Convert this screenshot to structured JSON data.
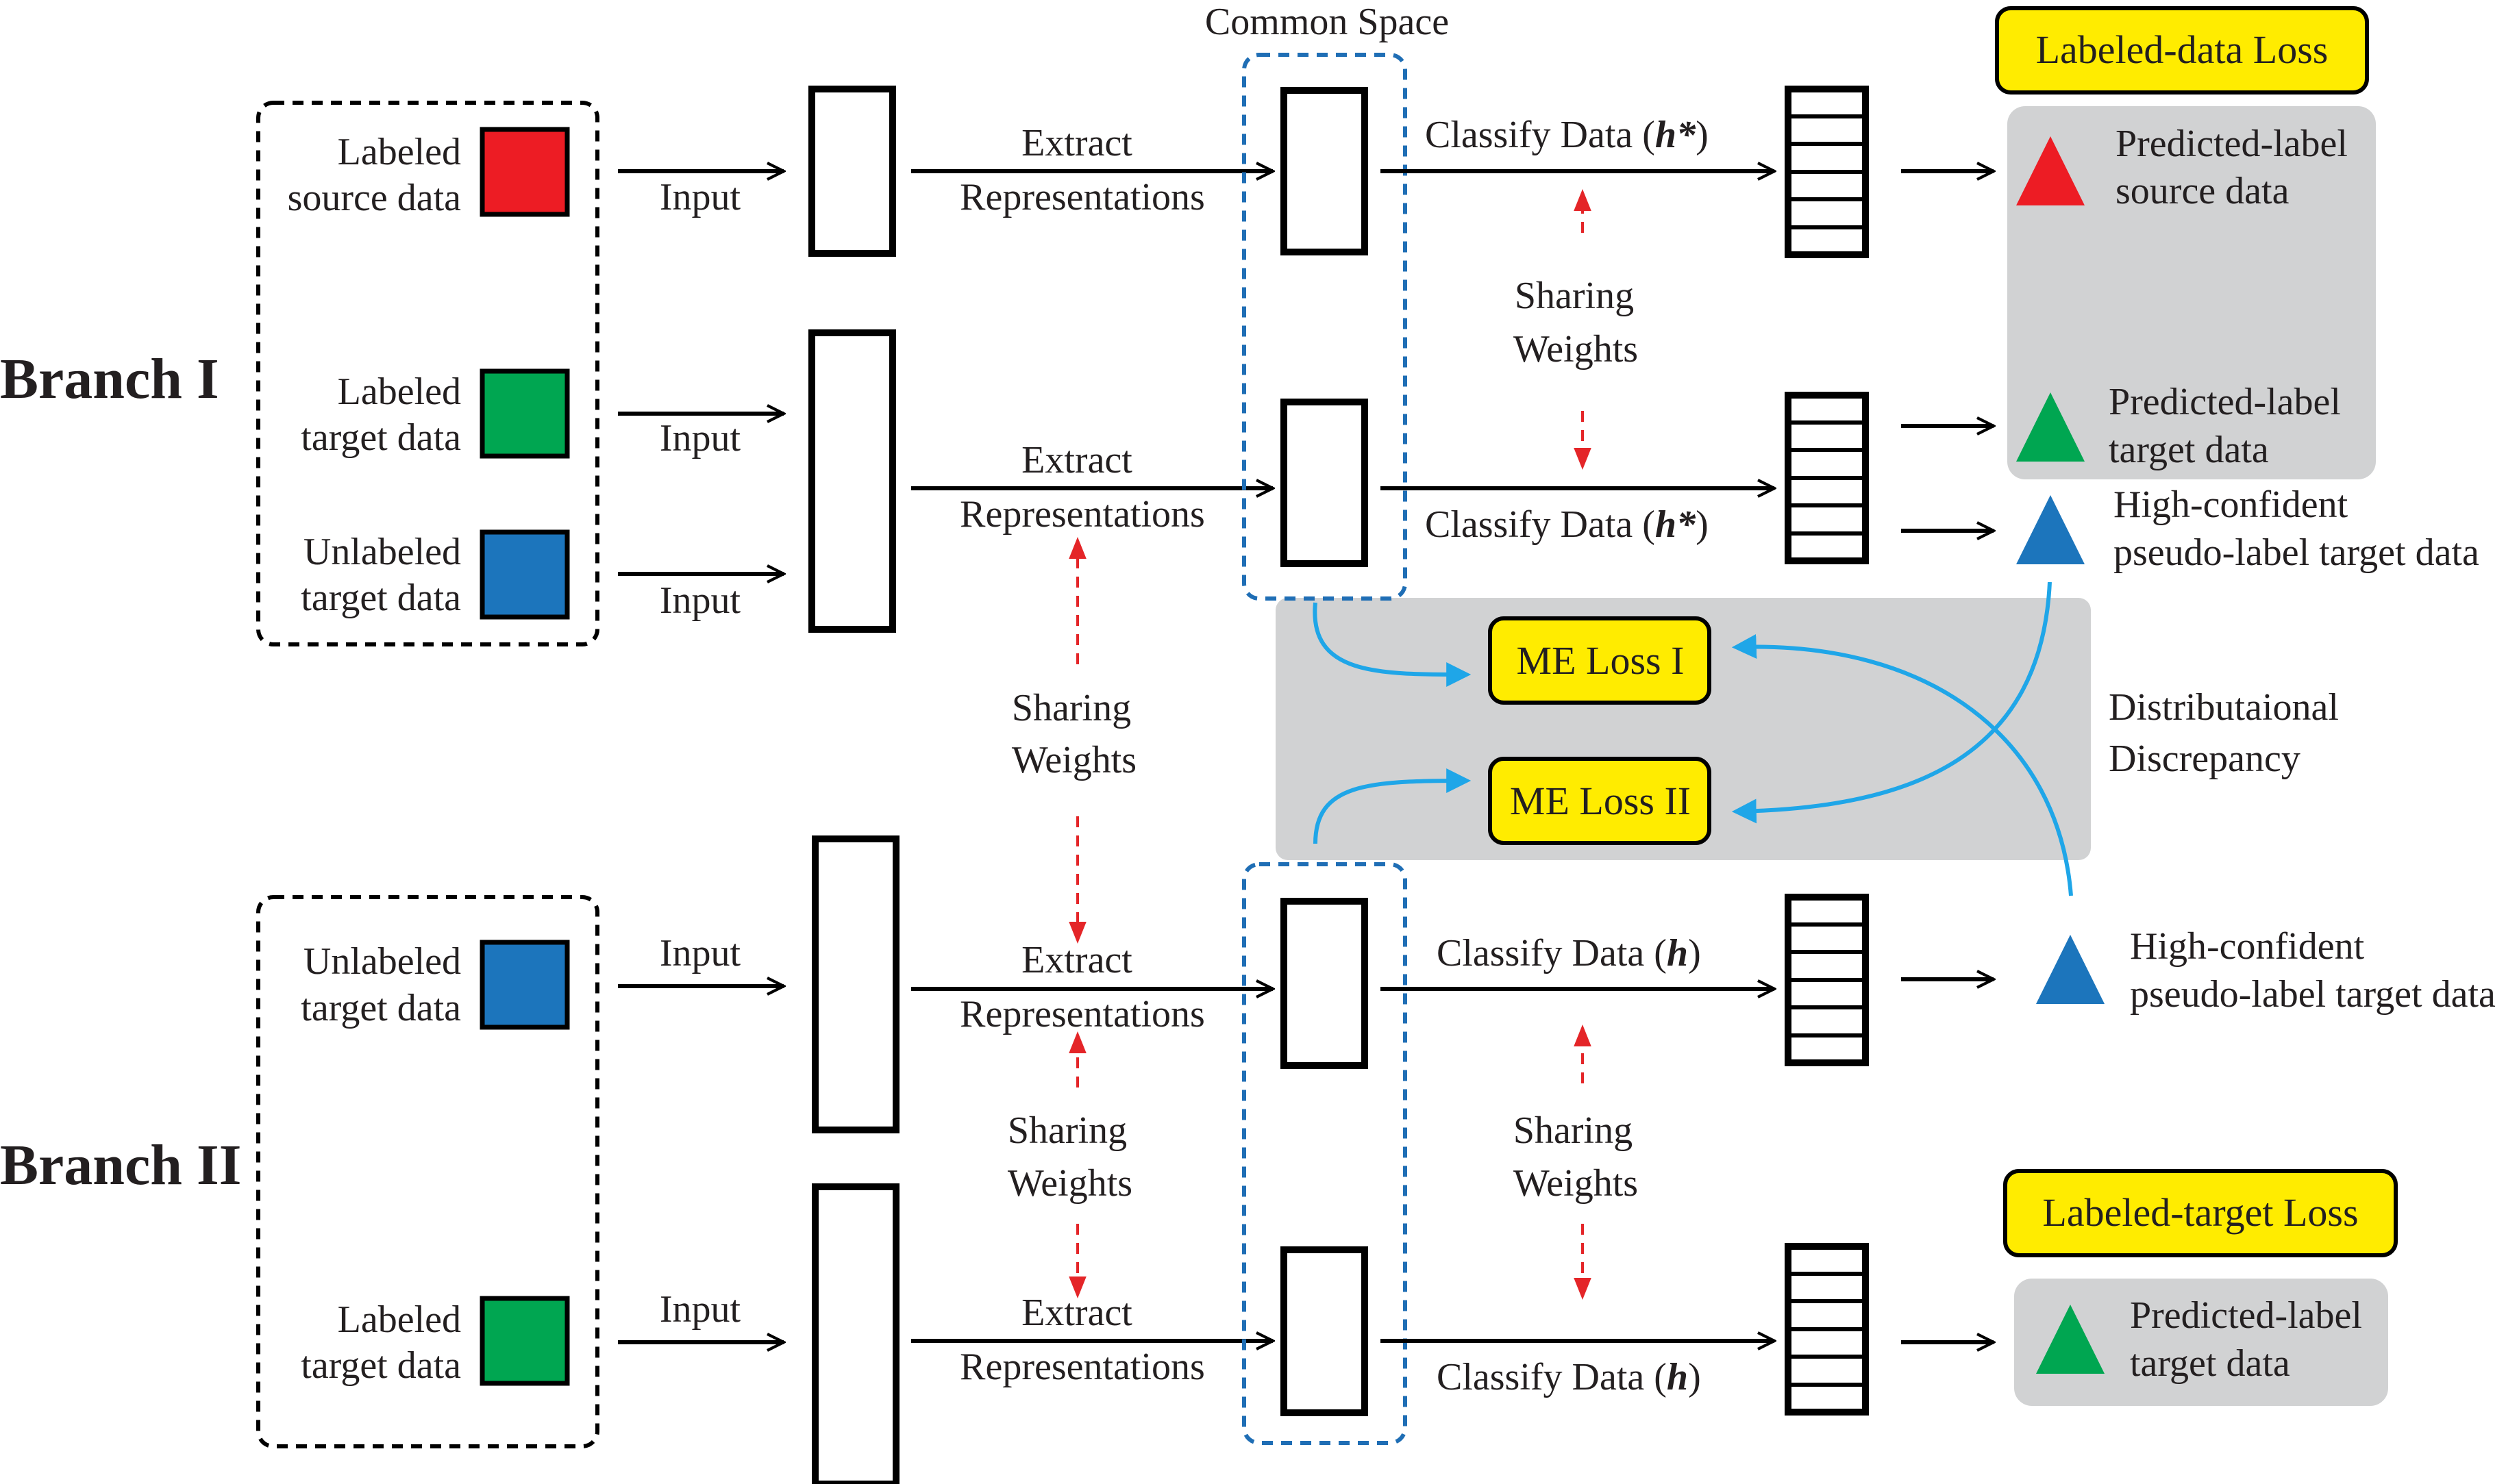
{
  "common_space": "Common Space",
  "branches": {
    "branch1": "Branch I",
    "branch2": "Branch II"
  },
  "inputs": {
    "b1_labeled_source": [
      "Labeled",
      "source data"
    ],
    "b1_labeled_target": [
      "Labeled",
      "target data"
    ],
    "b1_unlabeled_target": [
      "Unlabeled",
      "target data"
    ],
    "b2_unlabeled_target": [
      "Unlabeled",
      "target data"
    ],
    "b2_labeled_target": [
      "Labeled",
      "target data"
    ]
  },
  "edges": {
    "input": "Input",
    "extract": "Extract",
    "representations": "Representations",
    "classify_prefix": "Classify Data (",
    "classify_suffix": ")",
    "h_star": "h*",
    "h": "h",
    "sharing": "Sharing",
    "weights": "Weights"
  },
  "losses": {
    "labeled_data_loss": "Labeled-data Loss",
    "labeled_target_loss": "Labeled-target Loss",
    "me_loss_1": "ME Loss I",
    "me_loss_2": "ME Loss II"
  },
  "outputs": {
    "pred_source": [
      "Predicted-label",
      "source data"
    ],
    "pred_target_b1": [
      "Predicted-label",
      "target data"
    ],
    "pseudo_b1": [
      "High-confident",
      "pseudo-label target data"
    ],
    "pseudo_b2": [
      "High-confident",
      "pseudo-label target data"
    ],
    "pred_target_b2": [
      "Predicted-label",
      "target data"
    ]
  },
  "distributional": [
    "Distributaional",
    "Discrepancy"
  ],
  "colors": {
    "source_red": "#ed1c24",
    "target_green": "#00a651",
    "unlabeled_blue": "#1c75bc",
    "highlight_yellow": "#ffec00",
    "panel_grey": "#d1d2d3",
    "common_space_blue": "#1f6eb5",
    "sharing_red": "#e42528",
    "curve_blue": "#1fa6e8"
  }
}
